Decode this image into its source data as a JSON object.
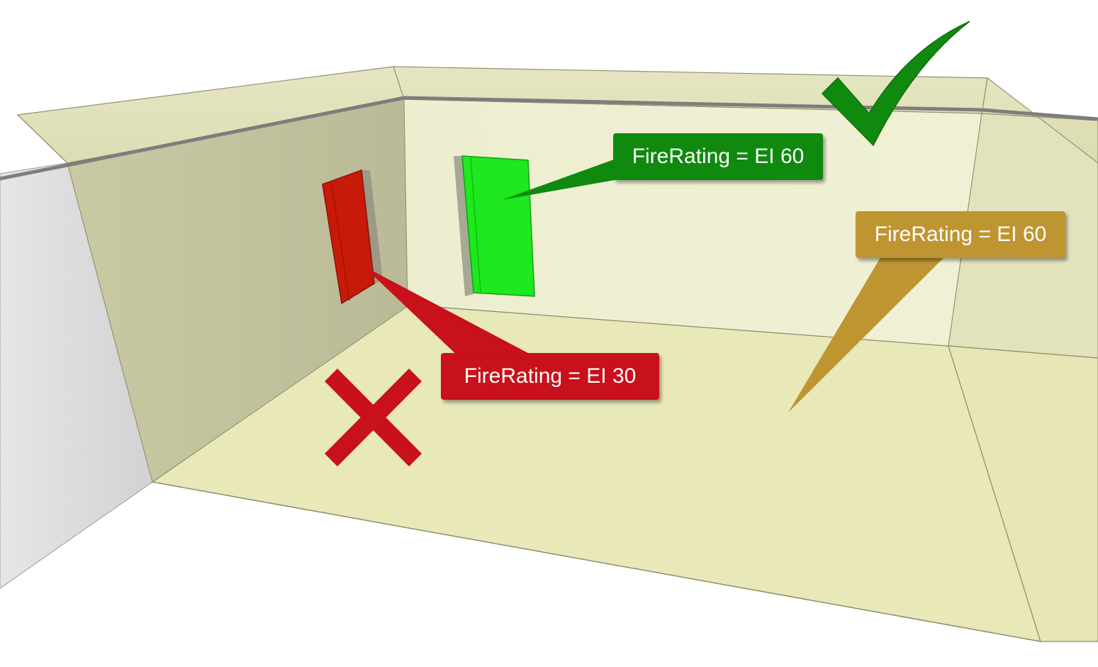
{
  "labels": {
    "compliant_door": "FireRating = EI 60",
    "space_requirement": "FireRating = EI 60",
    "noncompliant_door": "FireRating = EI 30"
  },
  "icons": {
    "pass": "check-mark-icon",
    "fail": "cross-mark-icon"
  },
  "colors": {
    "pass": "#0f8a0f",
    "fail": "#c8111a",
    "requirement": "#bf9531",
    "compliant_door": "#1ee81e",
    "noncompliant_door": "#c81a08",
    "space": "#e8e8b8"
  }
}
